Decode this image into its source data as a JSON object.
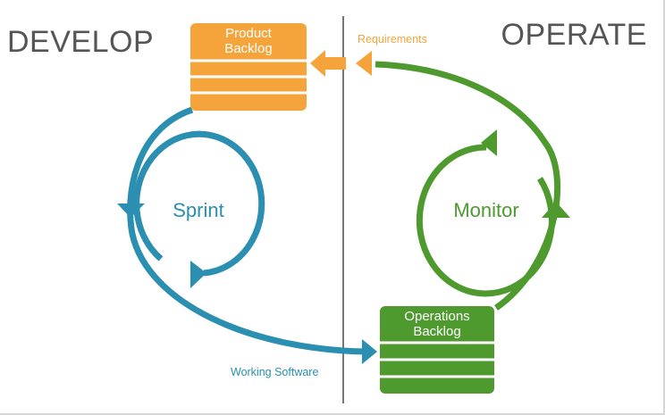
{
  "titles": {
    "develop": "DEVELOP",
    "operate": "OPERATE"
  },
  "product_backlog": {
    "line1": "Product",
    "line2": "Backlog"
  },
  "operations_backlog": {
    "line1": "Operations",
    "line2": "Backlog"
  },
  "loops": {
    "sprint": "Sprint",
    "monitor": "Monitor"
  },
  "flows": {
    "requirements": "Requirements",
    "working_software": "Working Software"
  },
  "colors": {
    "orange": "#f4a43a",
    "blue": "#2a8fb0",
    "green": "#4e9a2e",
    "divider": "#777777",
    "title": "#555555"
  }
}
